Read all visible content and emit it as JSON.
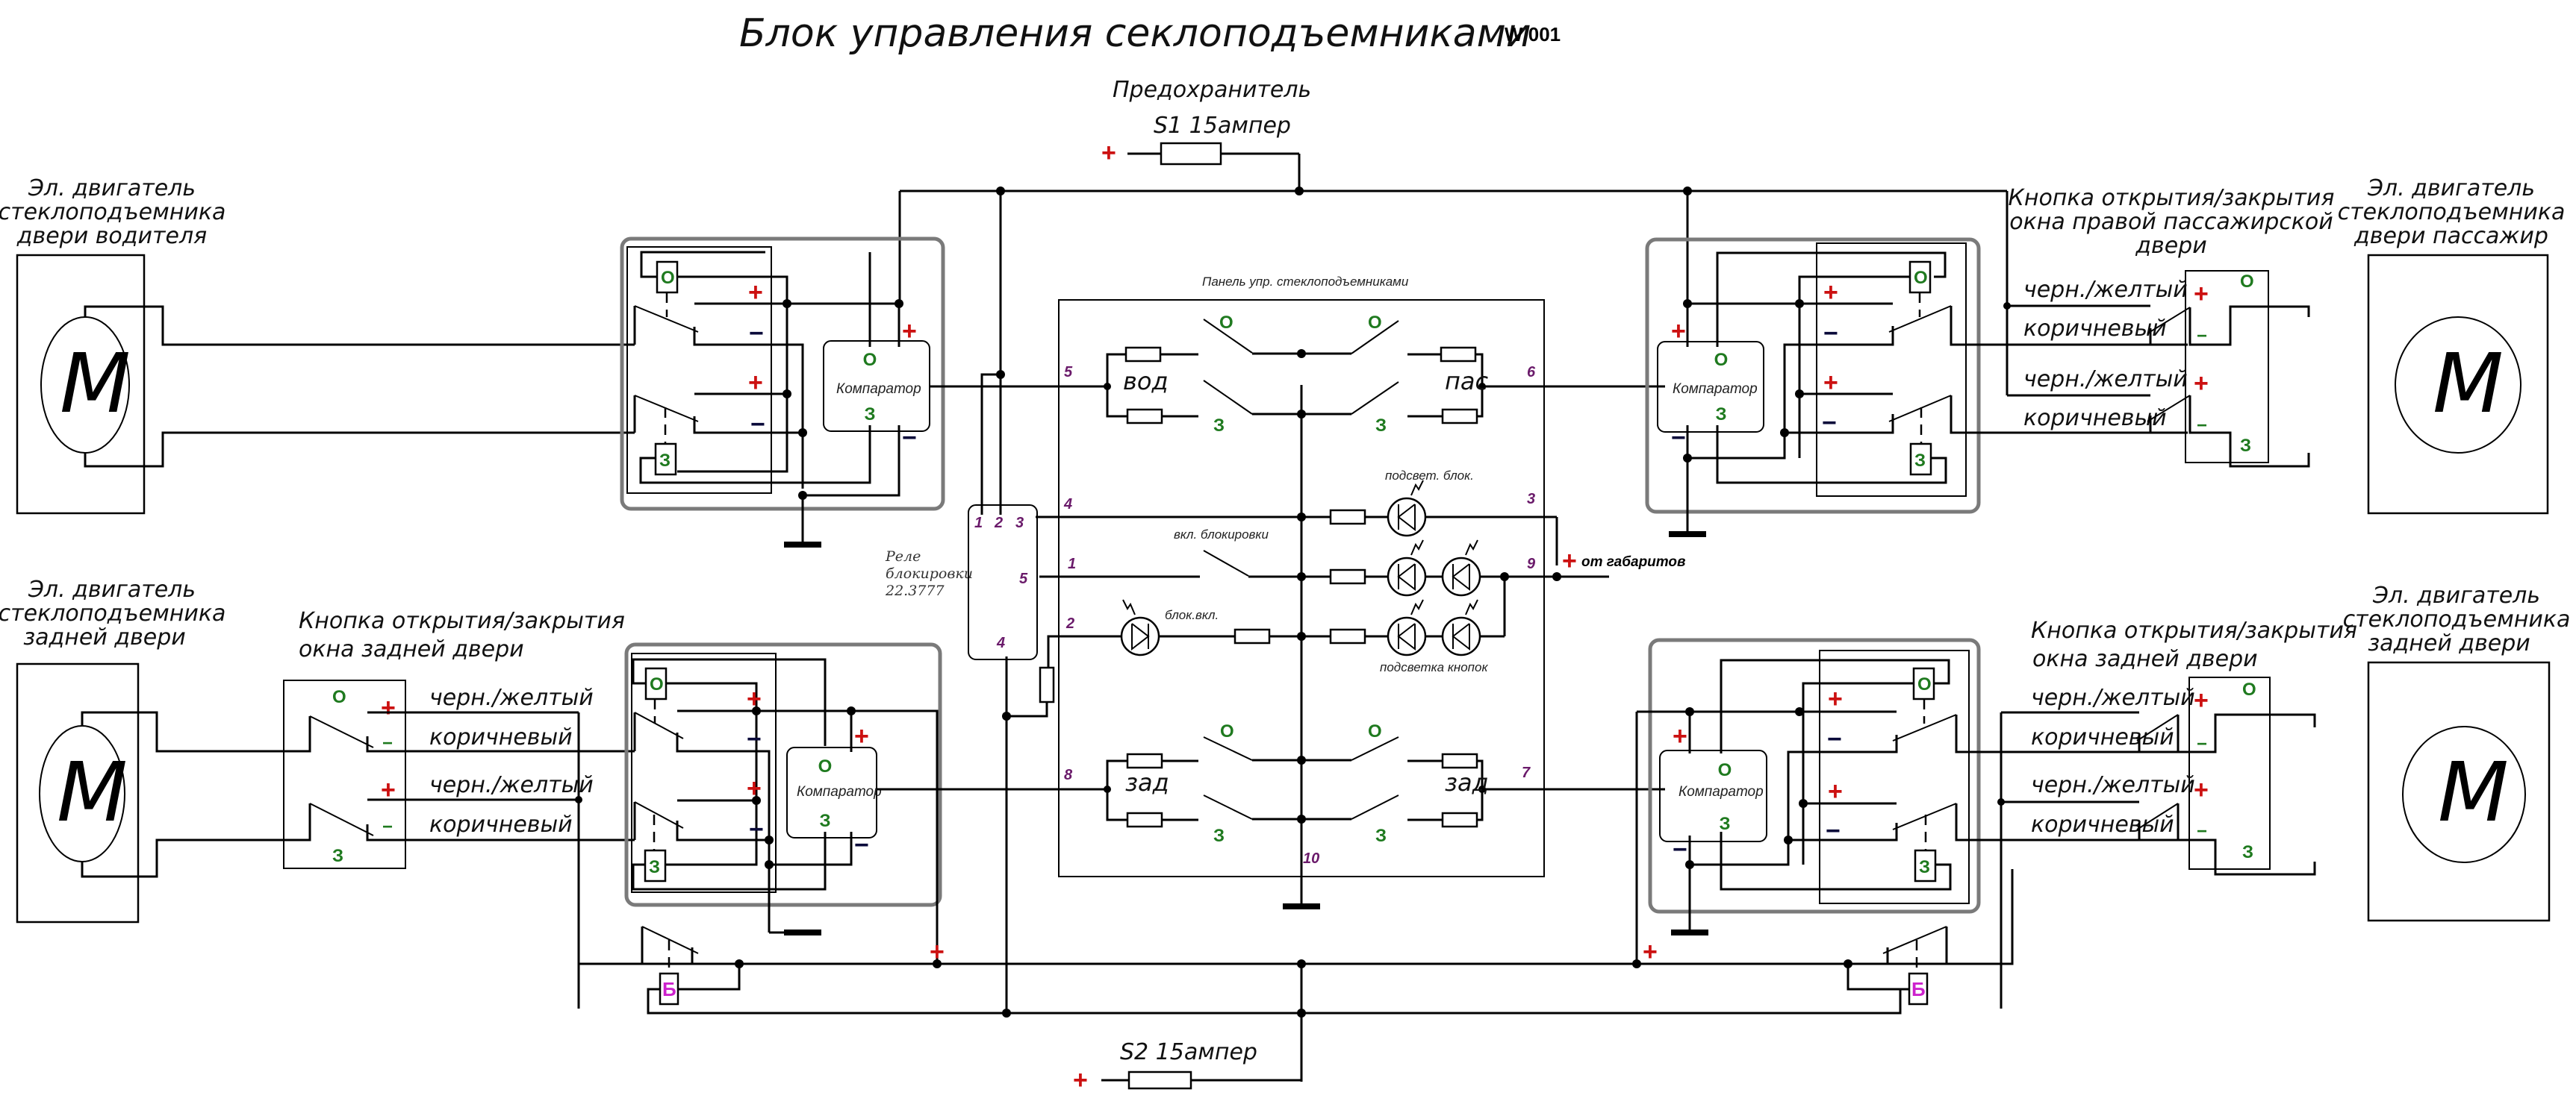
{
  "title": "Блок управления секлоподъемниками",
  "doc_code": "W 001",
  "fuse_top": {
    "caption": "Предохранитель",
    "label": "S1 15ампер"
  },
  "fuse_bottom": {
    "label": "S2 15ампер"
  },
  "symbols": {
    "plus": "+",
    "minus": "−",
    "open": "O",
    "close": "З",
    "lock": "Б",
    "motor": "M"
  },
  "motors": {
    "driver": {
      "lines": [
        "Эл. двигатель",
        "стеклоподъемника",
        "двери водителя"
      ]
    },
    "passenger": {
      "lines": [
        "Эл. двигатель",
        "стеклоподъемника",
        "двери пассажир"
      ]
    },
    "rear_left": {
      "lines": [
        "Эл. двигатель",
        "стеклоподъемника",
        "задней двери"
      ]
    },
    "rear_right": {
      "lines": [
        "Эл. двигатель",
        "стеклоподъемника",
        "задней двери"
      ]
    }
  },
  "buttons": {
    "passenger": {
      "lines": [
        "Кнопка открытия/закрытия",
        "окна правой пассажирской",
        "двери"
      ]
    },
    "rear_left": {
      "lines": [
        "Кнопка открытия/закрытия",
        "окна задней двери"
      ]
    },
    "rear_right": {
      "lines": [
        "Кнопка открытия/закрытия",
        "окна задней двери"
      ]
    }
  },
  "wire_colors": {
    "black_yellow": "черн./желтый",
    "brown": "коричневый"
  },
  "comparator_label": "Компаратор",
  "panel": {
    "title": "Панель упр. стеклоподъемниками",
    "driver": "вод",
    "passenger": "пас",
    "rear_left": "зад",
    "rear_right": "зад",
    "lock_backlight": "подсвет. блок.",
    "lock_enable": "вкл. блокировки",
    "lock_on": "блок.вкл.",
    "button_backlight": "подсветка кнопок",
    "pins": {
      "p5": "5",
      "p6": "6",
      "p4": "4",
      "p3": "3",
      "p1": "1",
      "p9": "9",
      "p2": "2",
      "p8": "8",
      "p7": "7",
      "p10": "10"
    }
  },
  "from_parking_lights": "от габаритов",
  "relay": {
    "lines": [
      "Реле",
      "блокировки",
      "22.3777"
    ],
    "pins": {
      "p1": "1",
      "p2": "2",
      "p3": "3",
      "p5": "5",
      "p4": "4"
    }
  }
}
